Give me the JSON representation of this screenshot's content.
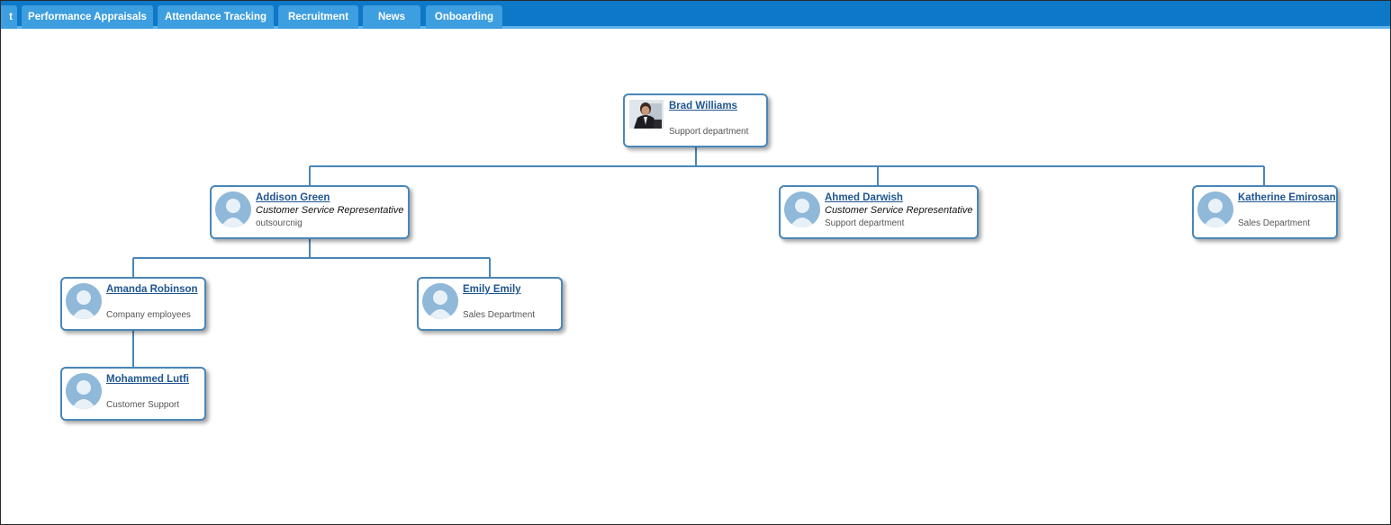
{
  "tabs": [
    {
      "label": "t"
    },
    {
      "label": "Performance Appraisals"
    },
    {
      "label": "Attendance Tracking"
    },
    {
      "label": "Recruitment"
    },
    {
      "label": "News"
    },
    {
      "label": "Onboarding"
    }
  ],
  "org_chart": {
    "nodes": [
      {
        "id": "brad",
        "name": "Brad Williams",
        "title": "",
        "department": "Support department",
        "avatar": "photo-icon"
      },
      {
        "id": "addison",
        "name": "Addison Green",
        "title": "Customer Service Representative",
        "department": "outsourcnig",
        "avatar": "user-silhouette-icon"
      },
      {
        "id": "ahmed",
        "name": "Ahmed Darwish",
        "title": "Customer Service Representative",
        "department": "Support department",
        "avatar": "user-silhouette-icon"
      },
      {
        "id": "katherine",
        "name": "Katherine Emirosan",
        "title": "",
        "department": "Sales Department",
        "avatar": "user-silhouette-icon"
      },
      {
        "id": "amanda",
        "name": "Amanda Robinson",
        "title": "",
        "department": "Company employees",
        "avatar": "user-silhouette-icon"
      },
      {
        "id": "emily",
        "name": "Emily Emily",
        "title": "",
        "department": "Sales Department",
        "avatar": "user-silhouette-icon"
      },
      {
        "id": "mohammed",
        "name": "Mohammed Lutfi",
        "title": "",
        "department": "Customer Support",
        "avatar": "user-silhouette-icon"
      }
    ],
    "reports_to": {
      "addison": "brad",
      "ahmed": "brad",
      "katherine": "brad",
      "amanda": "addison",
      "emily": "addison",
      "mohammed": "amanda"
    }
  },
  "colors": {
    "tabbar": "#0e78c8",
    "tab": "#3d9ee0",
    "card_border": "#4a86b8",
    "link": "#1f5590"
  }
}
